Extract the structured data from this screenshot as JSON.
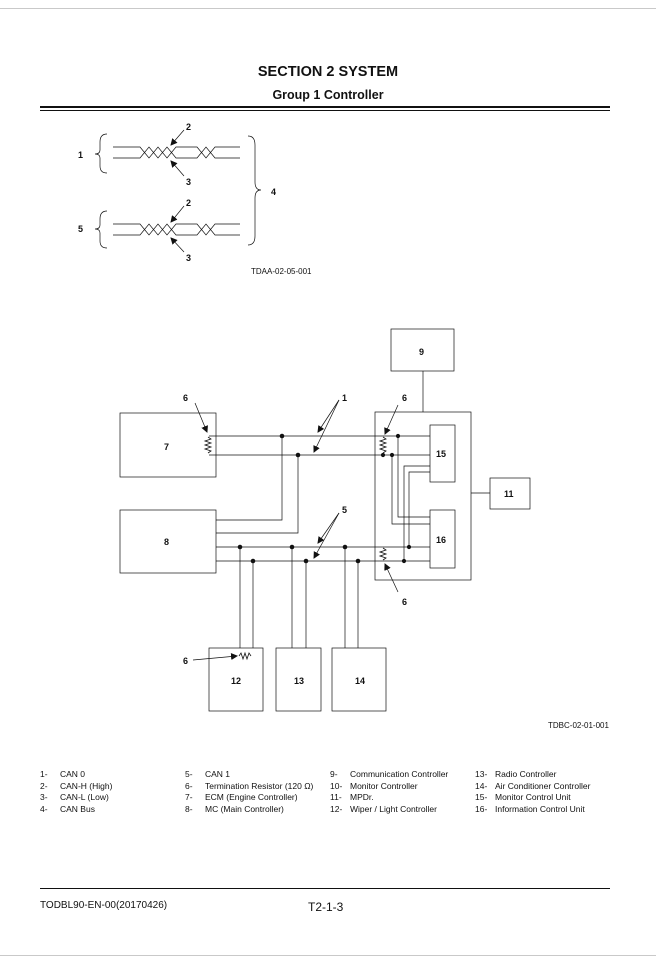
{
  "header": {
    "section_title": "SECTION 2 SYSTEM",
    "group_title": "Group 1 Controller"
  },
  "figure1": {
    "code": "TDAA-02-05-001",
    "labels": {
      "n1": "1",
      "n2a": "2",
      "n3a": "3",
      "n4": "4",
      "n5": "5",
      "n2b": "2",
      "n3b": "3"
    }
  },
  "figure2": {
    "code": "TDBC-02-01-001",
    "boxes": {
      "b7": "7",
      "b8": "8",
      "b9": "9",
      "b11": "11",
      "b12": "12",
      "b13": "13",
      "b14": "14",
      "b15": "15",
      "b16": "16"
    },
    "labels": {
      "l1": "1",
      "l5": "5",
      "l6a": "6",
      "l6b": "6",
      "l6c": "6",
      "l6d": "6"
    }
  },
  "legend": {
    "col1": [
      {
        "n": "1-",
        "t": "CAN 0"
      },
      {
        "n": "2-",
        "t": "CAN-H (High)"
      },
      {
        "n": "3-",
        "t": "CAN-L (Low)"
      },
      {
        "n": "4-",
        "t": "CAN Bus"
      }
    ],
    "col2": [
      {
        "n": "5-",
        "t": "CAN 1"
      },
      {
        "n": "6-",
        "t": "Termination Resistor (120 Ω)"
      },
      {
        "n": "7-",
        "t": "ECM (Engine Controller)"
      },
      {
        "n": "8-",
        "t": "MC (Main Controller)"
      }
    ],
    "col3": [
      {
        "n": "9-",
        "t": "Communication Controller"
      },
      {
        "n": "10-",
        "t": "Monitor Controller"
      },
      {
        "n": "11-",
        "t": "MPDr."
      },
      {
        "n": "12-",
        "t": "Wiper / Light Controller"
      }
    ],
    "col4": [
      {
        "n": "13-",
        "t": "Radio Controller"
      },
      {
        "n": "14-",
        "t": "Air Conditioner Controller"
      },
      {
        "n": "15-",
        "t": "Monitor Control Unit"
      },
      {
        "n": "16-",
        "t": "Information Control Unit"
      }
    ]
  },
  "footer": {
    "doc_code": "TODBL90-EN-00(20170426)",
    "page": "T2-1-3"
  }
}
